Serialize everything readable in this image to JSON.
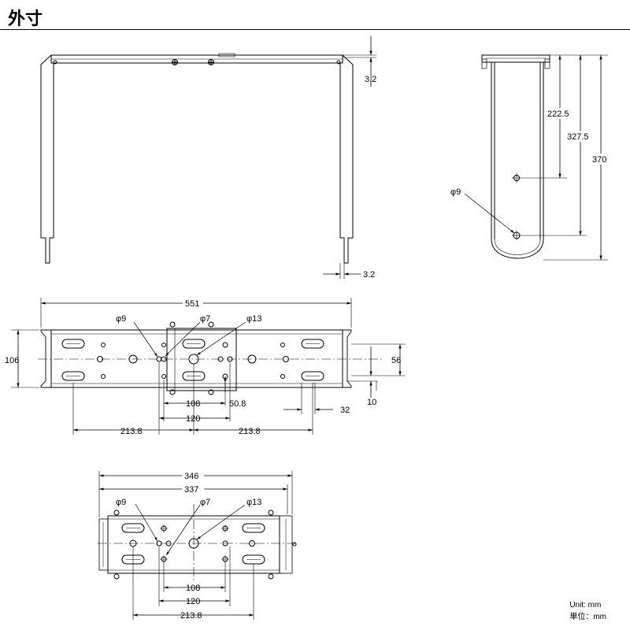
{
  "title": "外寸",
  "units": {
    "en": "Unit: mm",
    "ja": "単位：mm"
  },
  "front_view": {
    "thickness_top": "3.2",
    "thickness_bottom": "3.2"
  },
  "side_view": {
    "hole": "φ9",
    "dim_1": "222.5",
    "dim_2": "327.5",
    "dim_3": "370"
  },
  "top_view": {
    "overall_width": "551",
    "height": "106",
    "hole_9": "φ9",
    "hole_7": "φ7",
    "hole_13": "φ13",
    "pitch_108": "108",
    "pitch_120": "120",
    "pitch_50_8": "50.8",
    "slot_spacing": "56",
    "edge_10": "10",
    "slot_32": "32",
    "span_left": "213.8",
    "span_right": "213.8"
  },
  "bottom_view": {
    "width_346": "346",
    "width_337": "337",
    "hole_9": "φ9",
    "hole_7": "φ7",
    "hole_13": "φ13",
    "pitch_108": "108",
    "pitch_120": "120",
    "span": "213.8"
  }
}
